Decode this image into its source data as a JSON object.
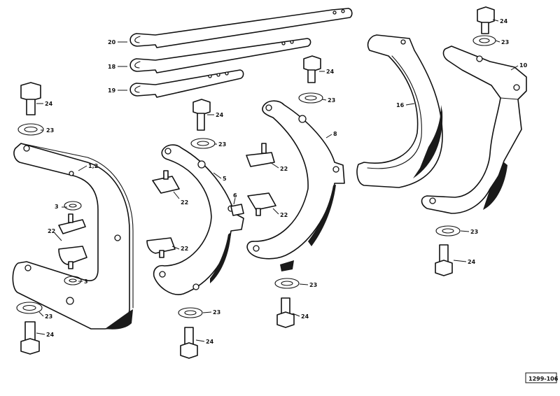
{
  "callouts": {
    "c20": "20",
    "c18": "18",
    "c19": "19",
    "c16": "16",
    "c10": "10",
    "c8": "8",
    "c5": "5",
    "c6": "6",
    "c12": "1,2",
    "c3a": "3",
    "c3b": "3",
    "c22a": "22",
    "c22b": "22",
    "c22c": "22",
    "c22d": "22",
    "c22e": "22",
    "c24a": "24",
    "c24b": "24",
    "c24c": "24",
    "c24d": "24",
    "c24e": "24",
    "c24f": "24",
    "c24g": "24",
    "c24h": "24",
    "c23a": "23",
    "c23b": "23",
    "c23c": "23",
    "c23d": "23",
    "c23e": "23",
    "c23f": "23",
    "c23g": "23",
    "c23h": "23"
  },
  "reference_code": "1299-106"
}
